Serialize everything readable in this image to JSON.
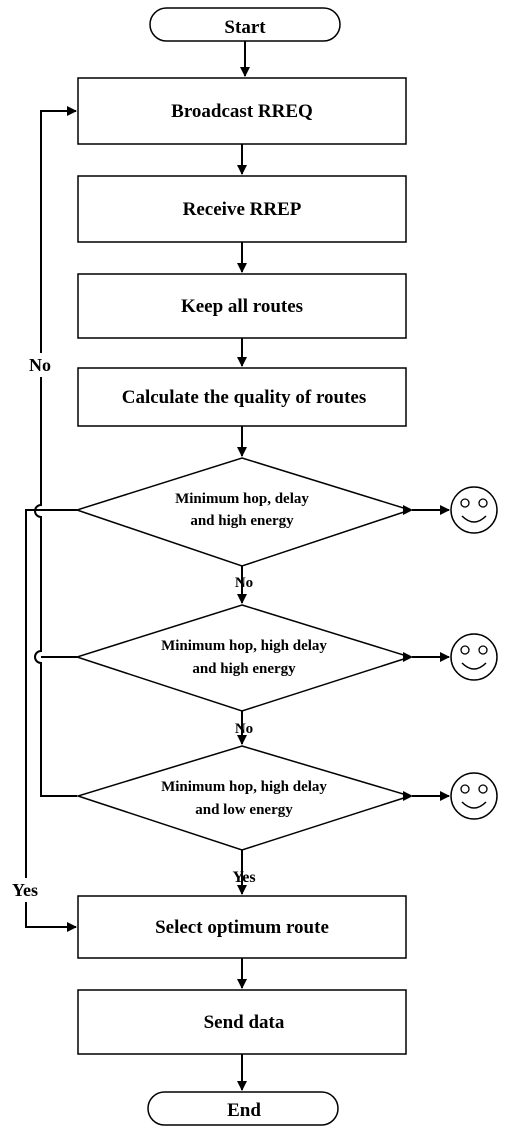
{
  "flowchart": {
    "start": "Start",
    "broadcast": "Broadcast RREQ",
    "receive": "Receive RREP",
    "keep": "Keep all routes",
    "calculate": "Calculate the quality of routes",
    "decision1": {
      "line1": "Minimum hop, delay",
      "line2": "and high energy"
    },
    "decision2": {
      "line1": "Minimum hop, high delay",
      "line2": "and high energy"
    },
    "decision3": {
      "line1": "Minimum hop, high delay",
      "line2": "and low energy"
    },
    "select": "Select optimum route",
    "send": "Send data",
    "end": "End",
    "label_no_loop": "No",
    "label_no_1": "No",
    "label_no_2": "No",
    "label_yes_down": "Yes",
    "label_yes_left": "Yes"
  }
}
